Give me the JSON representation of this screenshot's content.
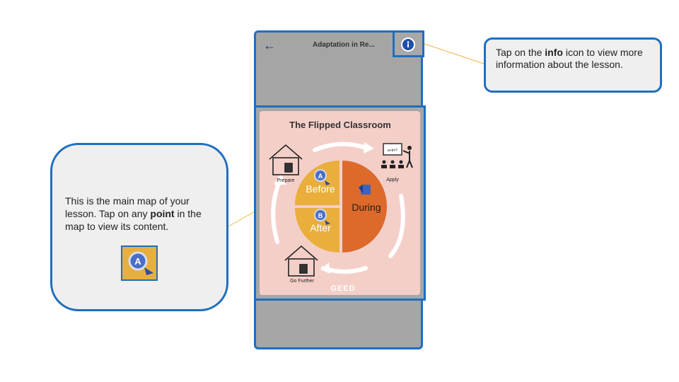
{
  "app": {
    "title": "Adaptation in Re...",
    "back_icon": "arrow-left-icon",
    "info_icon": "info-icon"
  },
  "map": {
    "title": "The Flipped Classroom",
    "labels": {
      "prepare": "Prepare",
      "apply": "Apply",
      "go_further": "Go Further",
      "before": "Before",
      "during": "During",
      "after": "After",
      "point_a": "A",
      "point_b": "B",
      "logo": "GEED",
      "board": "a+b=?"
    },
    "colors": {
      "background": "#f4cfc8",
      "quarter": "#e9ae3c",
      "half": "#dd6a2b",
      "accent": "#1f6fbf"
    }
  },
  "callouts": {
    "info": {
      "text_before": "Tap on the ",
      "bold": "info",
      "text_after": " icon to view more information about the lesson."
    },
    "map": {
      "text_before": "This is the main map of your lesson. Tap on any ",
      "bold": "point",
      "text_after": " in the map to view its content."
    }
  }
}
